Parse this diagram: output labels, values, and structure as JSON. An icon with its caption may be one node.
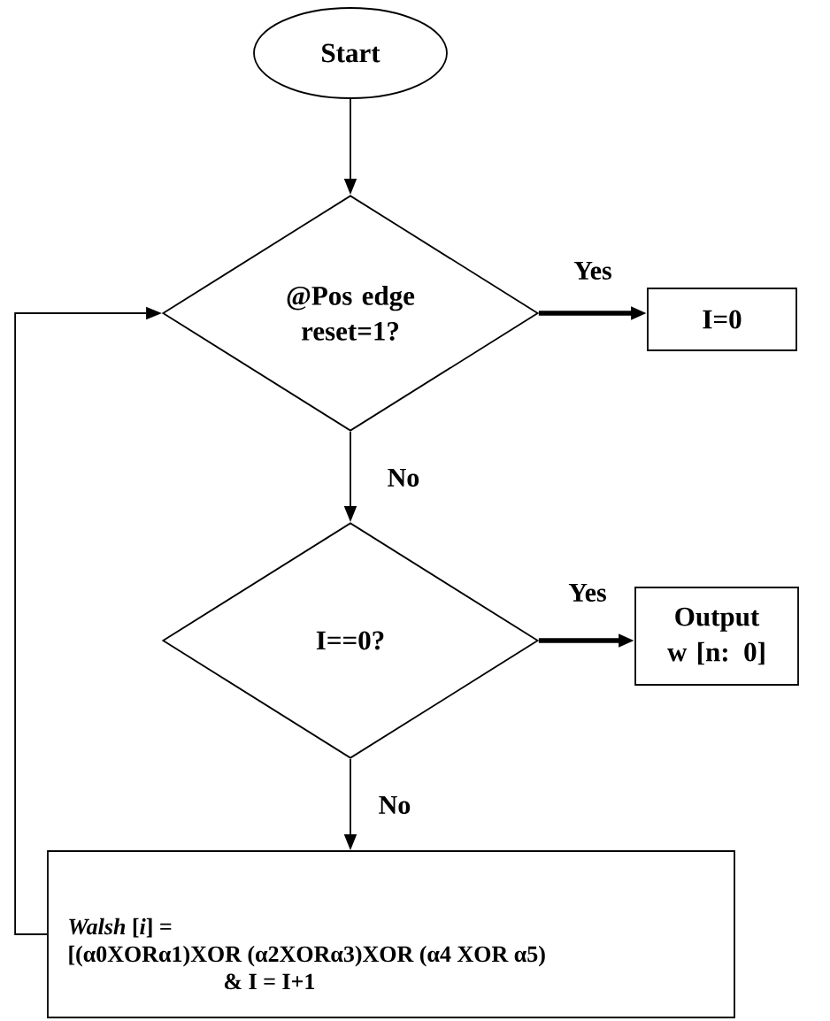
{
  "diagram": {
    "nodes": [
      {
        "text": [
          "Start"
        ]
      },
      {
        "text": [
          "@Pos edge reset=1?"
        ]
      },
      {
        "text": [
          "I=0"
        ]
      },
      {
        "text": [
          "I==0?"
        ]
      },
      {
        "text": [
          "Output w [n: 0]"
        ]
      },
      {
        "text": [
          "*Walsh* [*i*] =",
          "[(α0XORα1)XOR (α2XORα3)XOR (α4 XOR α5)",
          "& I = I+1"
        ]
      }
    ],
    "edges": [
      {
        "from": 0,
        "to": 1,
        "arrow": "to"
      },
      {
        "from": 1,
        "to": 2,
        "arrow": "to",
        "label": "Yes",
        "style": "thick"
      },
      {
        "from": 1,
        "to": 3,
        "arrow": "to",
        "label": "No"
      },
      {
        "from": 3,
        "to": 4,
        "arrow": "to",
        "label": "Yes",
        "style": "thick"
      },
      {
        "from": 3,
        "to": 5,
        "arrow": "to",
        "label": "No"
      },
      {
        "from": 5,
        "to": 1,
        "arrow": "to"
      }
    ]
  }
}
